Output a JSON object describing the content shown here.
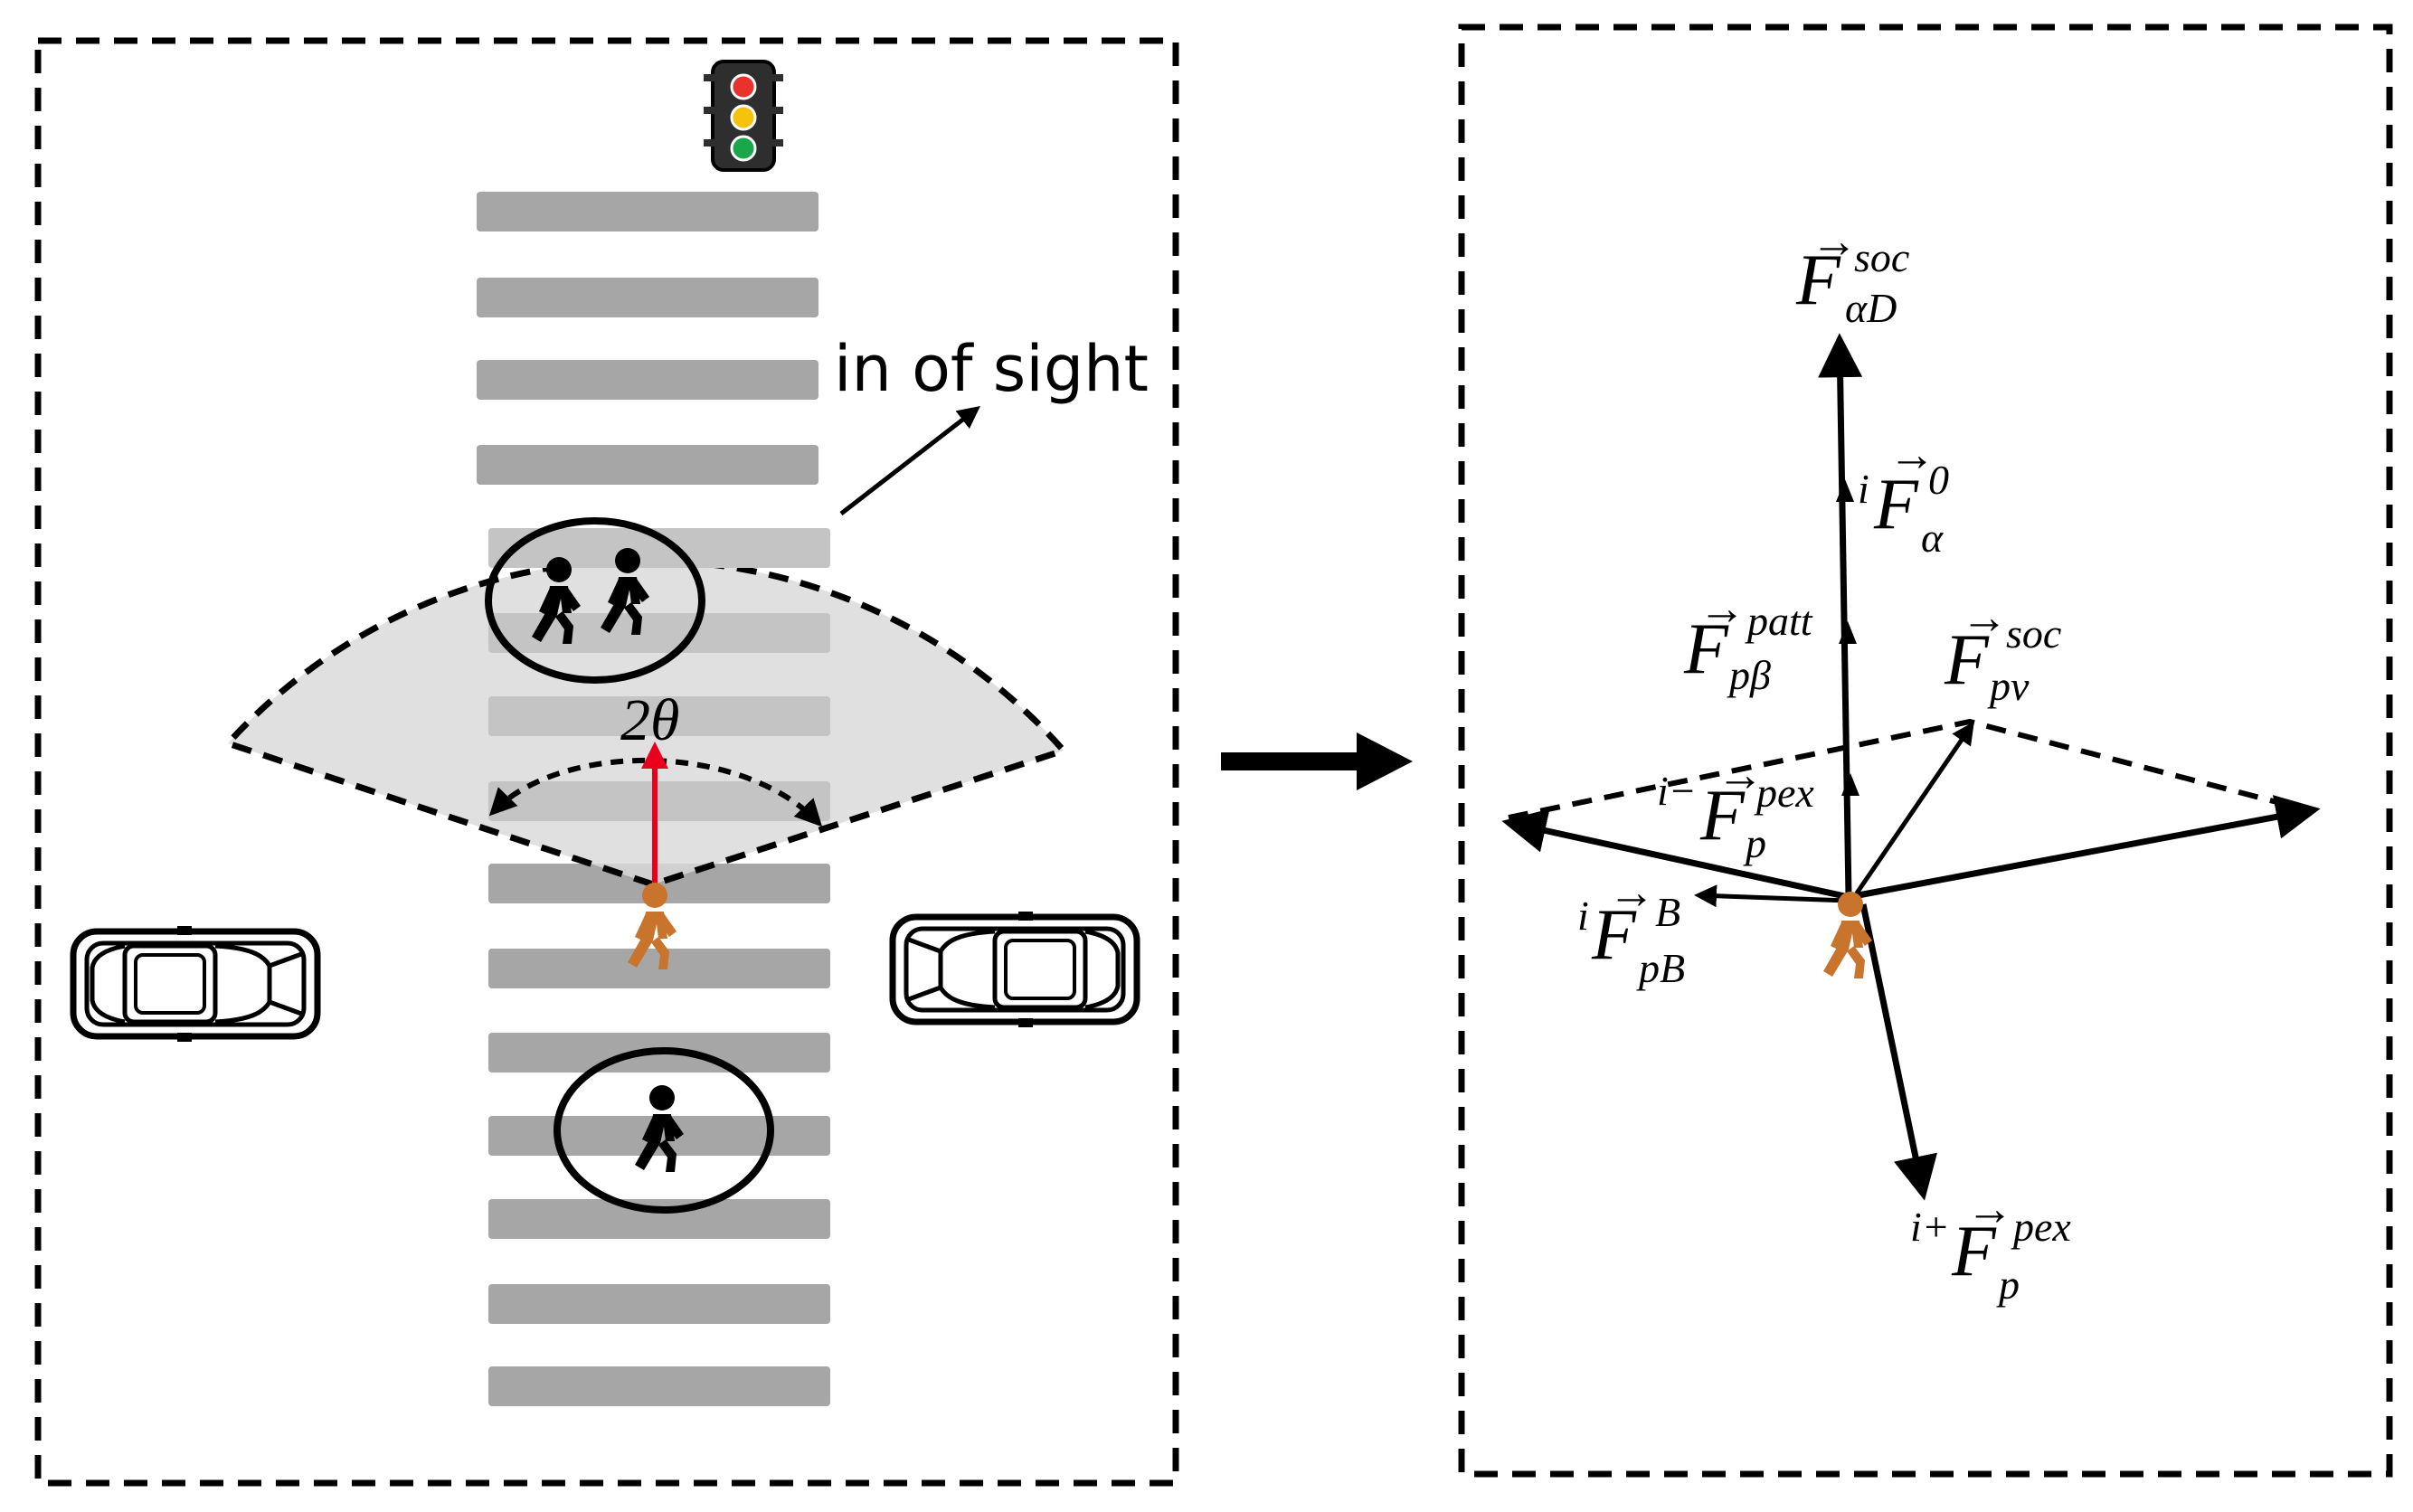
{
  "left_panel": {
    "sight_label": "in of sight",
    "angle_label": "2θ"
  },
  "right_panel": {
    "forces": [
      {
        "id": "F_aD_soc",
        "pre": "",
        "base": "F",
        "sub": "αD",
        "sup": "soc"
      },
      {
        "id": "F_a_0",
        "pre": "i",
        "base": "F",
        "sub": "α",
        "sup": "0"
      },
      {
        "id": "F_pb_patt",
        "pre": "",
        "base": "F",
        "sub": "pβ",
        "sup": "patt"
      },
      {
        "id": "F_pv_soc",
        "pre": "",
        "base": "F",
        "sub": "pv",
        "sup": "soc"
      },
      {
        "id": "F_p_pex_minus",
        "pre": "i−",
        "base": "F",
        "sub": "p",
        "sup": "pex"
      },
      {
        "id": "F_pB_B",
        "pre": "i",
        "base": "F",
        "sub": "pB",
        "sup": "B"
      },
      {
        "id": "F_p_pex_plus",
        "pre": "i+",
        "base": "F",
        "sub": "p",
        "sup": "pex"
      }
    ]
  },
  "colors": {
    "stripe": "#a6a6a6",
    "sight_fill": "#d9d9d9",
    "pedestrian_focus": "#c8742c",
    "heading_arrow": "#e8001c",
    "light_red": "#e8322b",
    "light_yellow": "#f6c20e",
    "light_green": "#1aa64a"
  }
}
